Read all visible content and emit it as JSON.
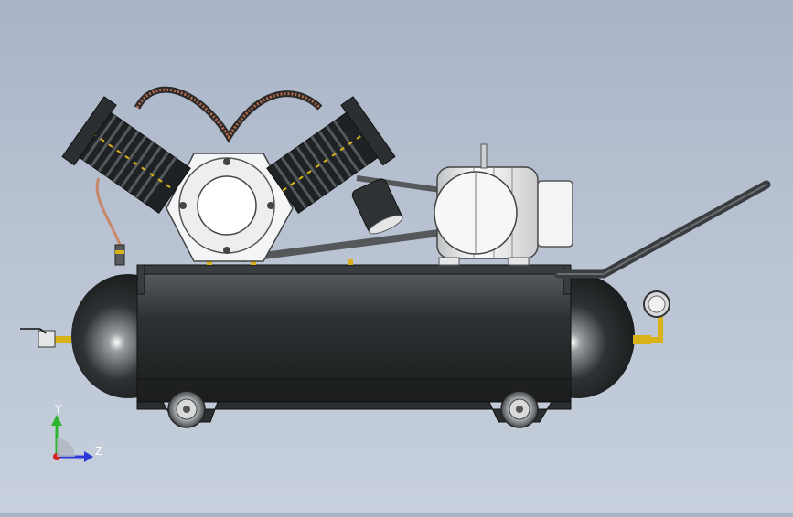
{
  "viewport": {
    "background_top": "#a9b4c7",
    "background_bottom": "#c7d0dc"
  },
  "model": {
    "name_icon": "air-compressor-model",
    "tank_color": "#2a2d2f",
    "cylinder_color": "#1f2224",
    "accent_color": "#d9b21a",
    "motor_color": "#f2f3f4"
  },
  "triad": {
    "y_label": "Y",
    "z_label": "Z",
    "y_color": "#2db52d",
    "z_color": "#2a36d8",
    "x_color": "#d42121"
  }
}
